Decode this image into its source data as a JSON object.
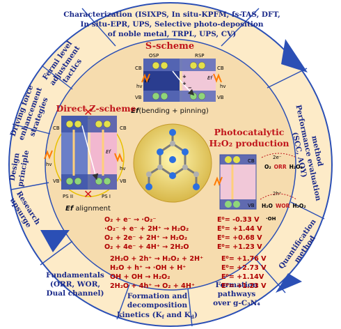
{
  "segments": {
    "characterization": [
      "Characterization (ISIXPS, In situ-KPFM, fs-TAS, DFT,",
      "In situ-EPR, UPS, Selective photo-deposition",
      "of noble metal, TRPL, UPS, CV)"
    ],
    "performance": [
      "Performance evaluation",
      "method",
      "(SCC, AQY)"
    ],
    "quantification": [
      "Quantification",
      "method"
    ],
    "formation_pathways": [
      "Formation",
      "pathways",
      "over g-C₃N₄"
    ],
    "kinetics": [
      "Formation and",
      "decomposition",
      "kinetics (K",
      "f",
      " and K",
      "d",
      ")"
    ],
    "fundamentals": [
      "Fundamentals",
      "(ORR, WOR,",
      "Dual channel)"
    ],
    "research_upsurge": [
      "Research",
      "upsurge"
    ],
    "design_principle": [
      "Design",
      "principle"
    ],
    "driving_force": [
      "Driving force",
      "enhancement",
      "strategies"
    ],
    "fermi": [
      "Fermi level",
      "adjustment",
      "tactics"
    ]
  },
  "panels": {
    "s_scheme": {
      "title": "S-scheme",
      "osp": "OSP",
      "rsp": "RSP",
      "cb": "CB",
      "vb": "VB",
      "ef": "Ef",
      "hv": "hv",
      "caption": "(bending + pinning)",
      "caption_sym": "Ef"
    },
    "z_scheme": {
      "title": "Direct Z-scheme",
      "cb": "CB",
      "vb": "VB",
      "ef": "Ef",
      "hv": "hv",
      "ps2": "PS II",
      "ps1": "PS I",
      "caption_sym": "Ef",
      "caption": " alignment"
    },
    "photocatalytic": {
      "title": [
        "Photocatalytic",
        "H₂O₂ production"
      ],
      "cb": "CB",
      "vb": "VB",
      "o2": "O₂",
      "orr": "ORR",
      "h2o2": "H₂O₂",
      "h2o": "H₂O",
      "wor": "WOR",
      "oh": "·OH",
      "e_label": "2e⁻",
      "h_label": "2h⁺"
    }
  },
  "equations": [
    {
      "eq": "O₂ + e⁻ → ·O₂⁻",
      "e": "E⁰= -0.33 V"
    },
    {
      "eq": "·O₂⁻ + e⁻ + 2H⁺ → H₂O₂",
      "e": "E⁰= +1.44 V"
    },
    {
      "eq": "O₂ + 2e⁻ + 2H⁺ → H₂O₂",
      "e": "E⁰= +0.68 V"
    },
    {
      "eq": "O₂ + 4e⁻ + 4H⁺ → 2H₂O",
      "e": "E⁰= +1.23 V"
    },
    {
      "eq": "2H₂O + 2h⁺ → H₂O₂ + 2H⁺",
      "e": "E⁰= +1.76 V"
    },
    {
      "eq": "H₂O + h⁺ → ·OH + H⁺",
      "e": "E⁰= +2.73 V"
    },
    {
      "eq": "OH + OH → H₂O₂",
      "e": "E⁰= +1.14V"
    },
    {
      "eq": "2H₂O + 4h⁺ → O₂ + 4H⁺",
      "e": "E⁰= +1.23 V"
    }
  ],
  "colors": {
    "outer_ring": "#fdebc8",
    "inner_disk": "#f7e2b4",
    "ring_border": "#2b4fb5",
    "accent_blue": "#1b2a8a",
    "title_red": "#c0151b"
  }
}
